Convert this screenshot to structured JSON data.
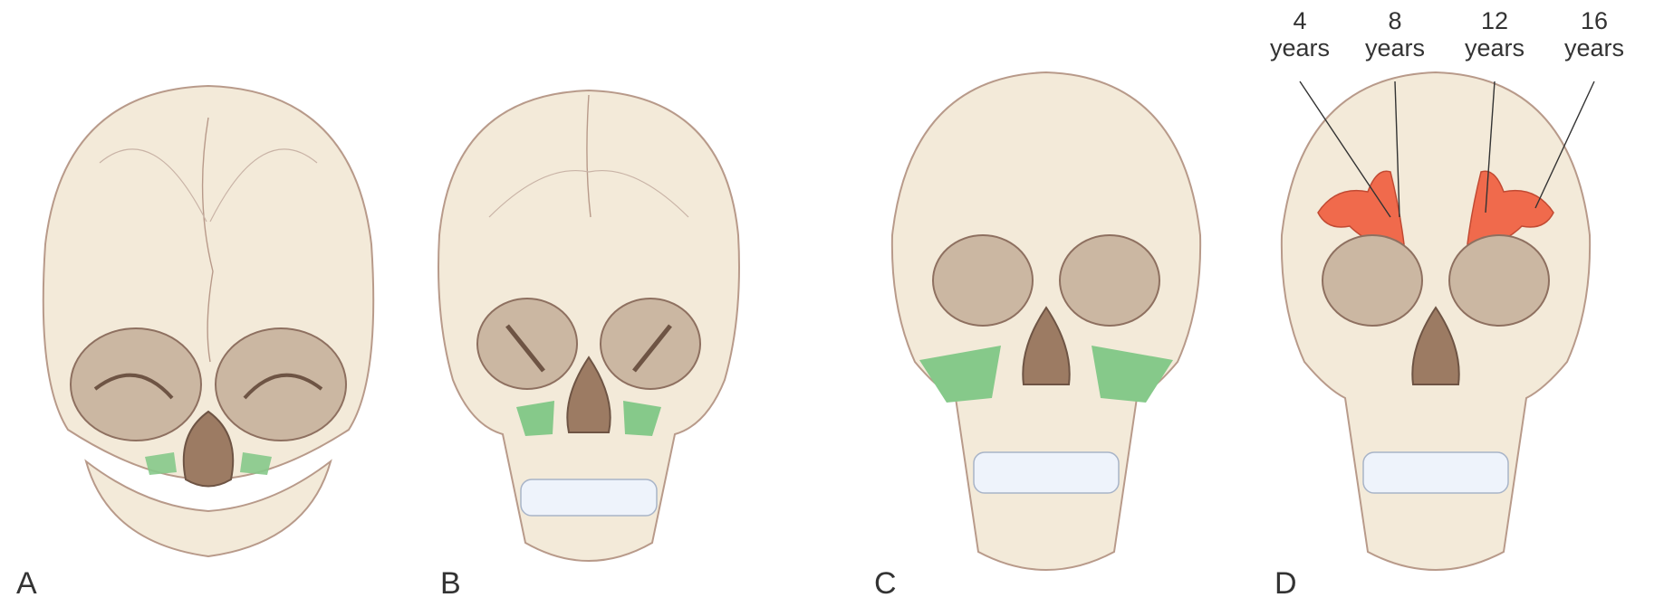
{
  "panels": [
    {
      "letter": "A"
    },
    {
      "letter": "B"
    },
    {
      "letter": "C"
    },
    {
      "letter": "D"
    }
  ],
  "sinus_labels": [
    {
      "num": "4",
      "unit": "years"
    },
    {
      "num": "8",
      "unit": "years"
    },
    {
      "num": "12",
      "unit": "years"
    },
    {
      "num": "16",
      "unit": "years"
    }
  ],
  "colors": {
    "bone": "#f3ead9",
    "bone_outline": "#b89a8a",
    "orbit": "#cbb7a2",
    "nasal": "#9c7b63",
    "maxillary_sinus": "#86c98a",
    "frontal_sinus": "#f06a4c",
    "teeth": "#eef3fb"
  }
}
